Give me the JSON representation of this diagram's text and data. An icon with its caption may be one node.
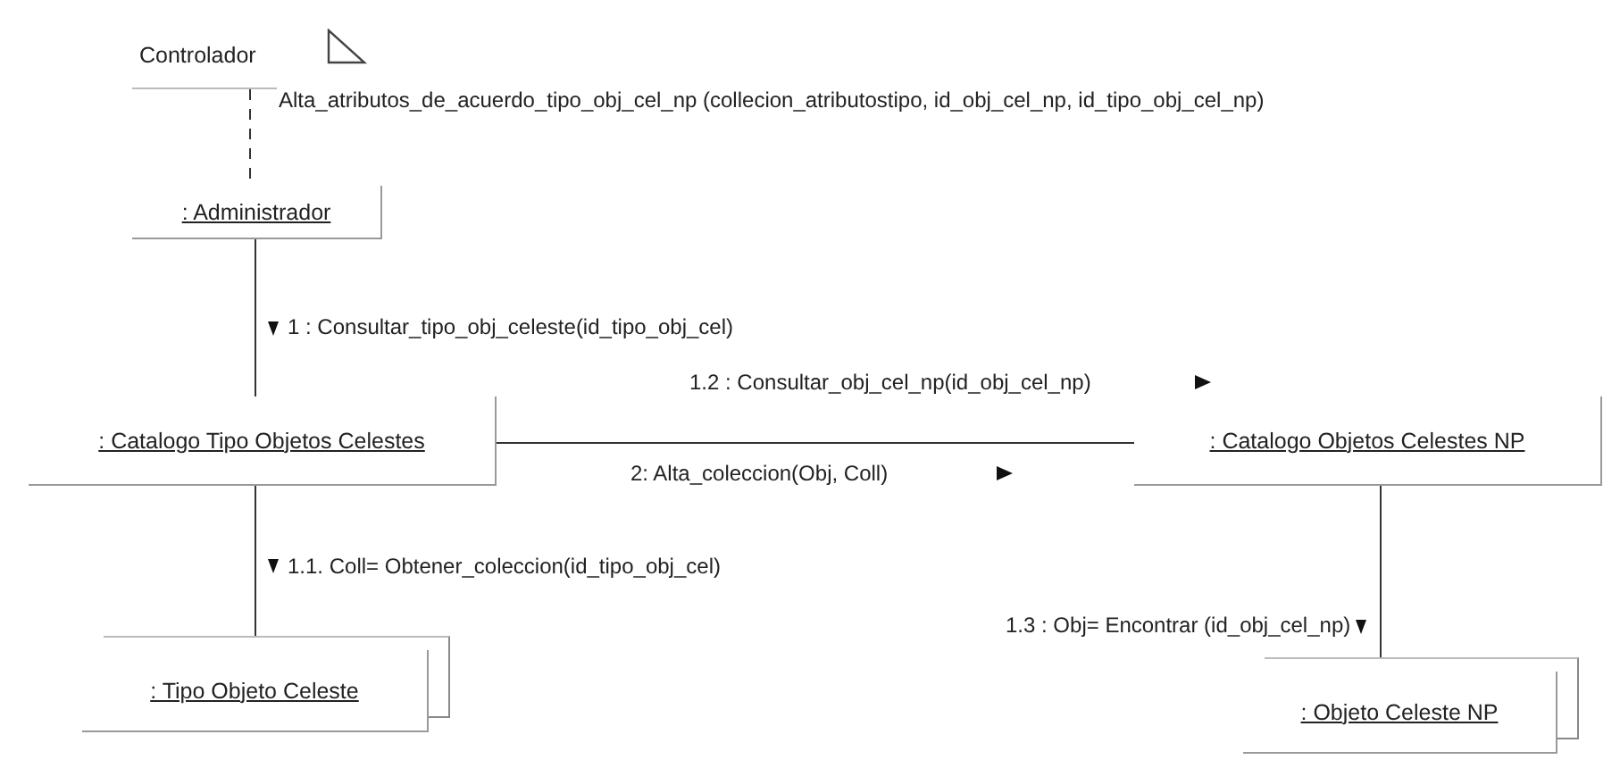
{
  "diagram": {
    "nodes": [
      {
        "text": [
          "Controlador"
        ]
      },
      {
        "text": [
          ": Administrador"
        ]
      },
      {
        "text": [
          ": Catalogo Tipo Objetos Celestes"
        ]
      },
      {
        "text": [
          ": Catalogo Objetos Celestes NP"
        ]
      },
      {
        "text": [
          ": Tipo Objeto Celeste"
        ]
      },
      {
        "text": [
          ": Objeto Celeste NP"
        ]
      }
    ],
    "edges": [
      {
        "from": 0,
        "to": 1,
        "arrow": "none",
        "style": "dashed",
        "label": "Alta_atributos_de_acuerdo_tipo_obj_cel_np (collecion_atributostipo, id_obj_cel_np, id_tipo_obj_cel_np)"
      },
      {
        "from": 1,
        "to": 2,
        "arrow": "none",
        "label": "1 : Consultar_tipo_obj_celeste(id_tipo_obj_cel)"
      },
      {
        "from": 2,
        "to": 3,
        "arrow": "none",
        "label": "1.2 : Consultar_obj_cel_np(id_obj_cel_np)"
      },
      {
        "from": 2,
        "to": 4,
        "arrow": "none",
        "label": "1.1. Coll= Obtener_coleccion(id_tipo_obj_cel)"
      },
      {
        "from": 3,
        "to": 5,
        "arrow": "none",
        "label": "1.3 : Obj= Encontrar (id_obj_cel_np)"
      }
    ],
    "labels": [
      "2: Alta_coleccion(Obj, Coll)"
    ]
  }
}
